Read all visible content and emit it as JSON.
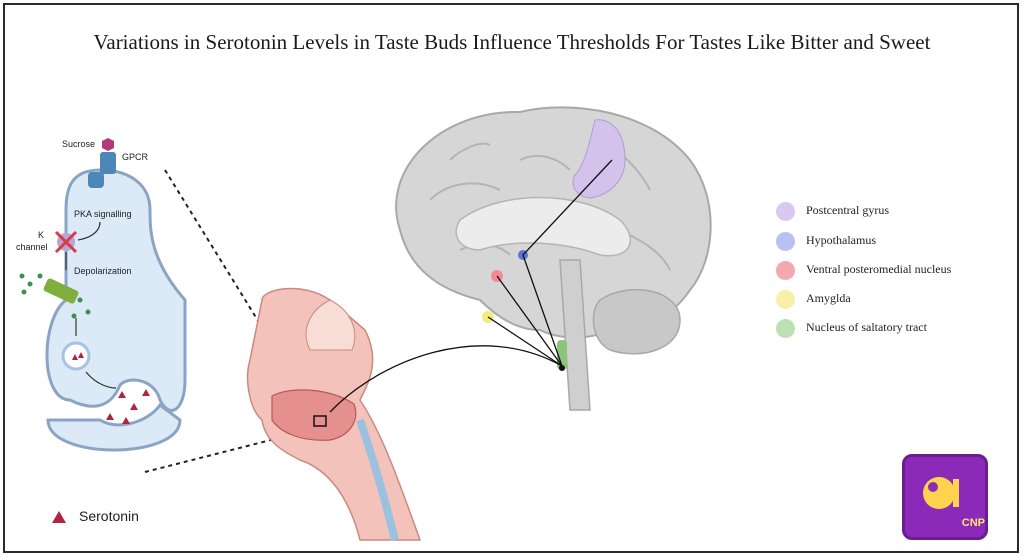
{
  "title": "Variations in Serotonin Levels in Taste Buds Influence Thresholds For Tastes Like Bitter and Sweet",
  "cell_labels": {
    "sucrose": "Sucrose",
    "gpcr": "GPCR",
    "pka": "PKA signalling",
    "k_channel_1": "K",
    "k_channel_2": "channel",
    "depolarization": "Depolarization"
  },
  "legend": [
    {
      "label": "Postcentral  gyrus",
      "color": "#d9c8ef"
    },
    {
      "label": "Hypothalamus",
      "color": "#b6c3f2"
    },
    {
      "label": "Ventral posteromedial nucleus",
      "color": "#f4a9ae"
    },
    {
      "label": "Amyglda",
      "color": "#f7f0a6"
    },
    {
      "label": "Nucleus of saltatory tract",
      "color": "#bfe0b4"
    }
  ],
  "serotonin_label": "Serotonin",
  "logo_text": "CNP",
  "colors": {
    "cell_fill": "#dce9f7",
    "cell_stroke": "#8aa4c4",
    "brain_fill": "#d6d6d6",
    "head_fill": "#f3c3bb",
    "serotonin": "#b0243f"
  }
}
